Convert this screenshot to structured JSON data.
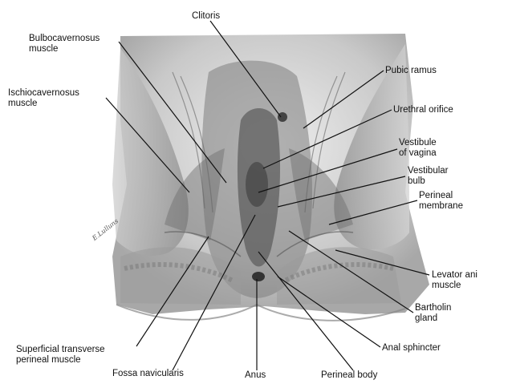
{
  "labels": {
    "clitoris": "Clitoris",
    "bulbocavernosus_1": "Bulbocavernosus",
    "bulbocavernosus_2": "muscle",
    "ischiocavernosus_1": "Ischiocavernosus",
    "ischiocavernosus_2": "muscle",
    "pubic_ramus": "Pubic ramus",
    "urethral_orifice": "Urethral orifice",
    "vestibule_1": "Vestibule",
    "vestibule_2": "of vagina",
    "vestibular_bulb_1": "Vestibular",
    "vestibular_bulb_2": "bulb",
    "perineal_membrane_1": "Perineal",
    "perineal_membrane_2": "membrane",
    "levator_ani_1": "Levator ani",
    "levator_ani_2": "muscle",
    "bartholin_1": "Bartholin",
    "bartholin_2": "gland",
    "anal_sphincter": "Anal sphincter",
    "superficial_transverse_1": "Superficial transverse",
    "superficial_transverse_2": "perineal muscle",
    "fossa_navicularis": "Fossa navicularis",
    "anus": "Anus",
    "perineal_body": "Perineal body"
  },
  "colors": {
    "background": "#ffffff",
    "illustration_bg": "#dcdcdc",
    "leader_line": "#111111",
    "text": "#111111"
  }
}
